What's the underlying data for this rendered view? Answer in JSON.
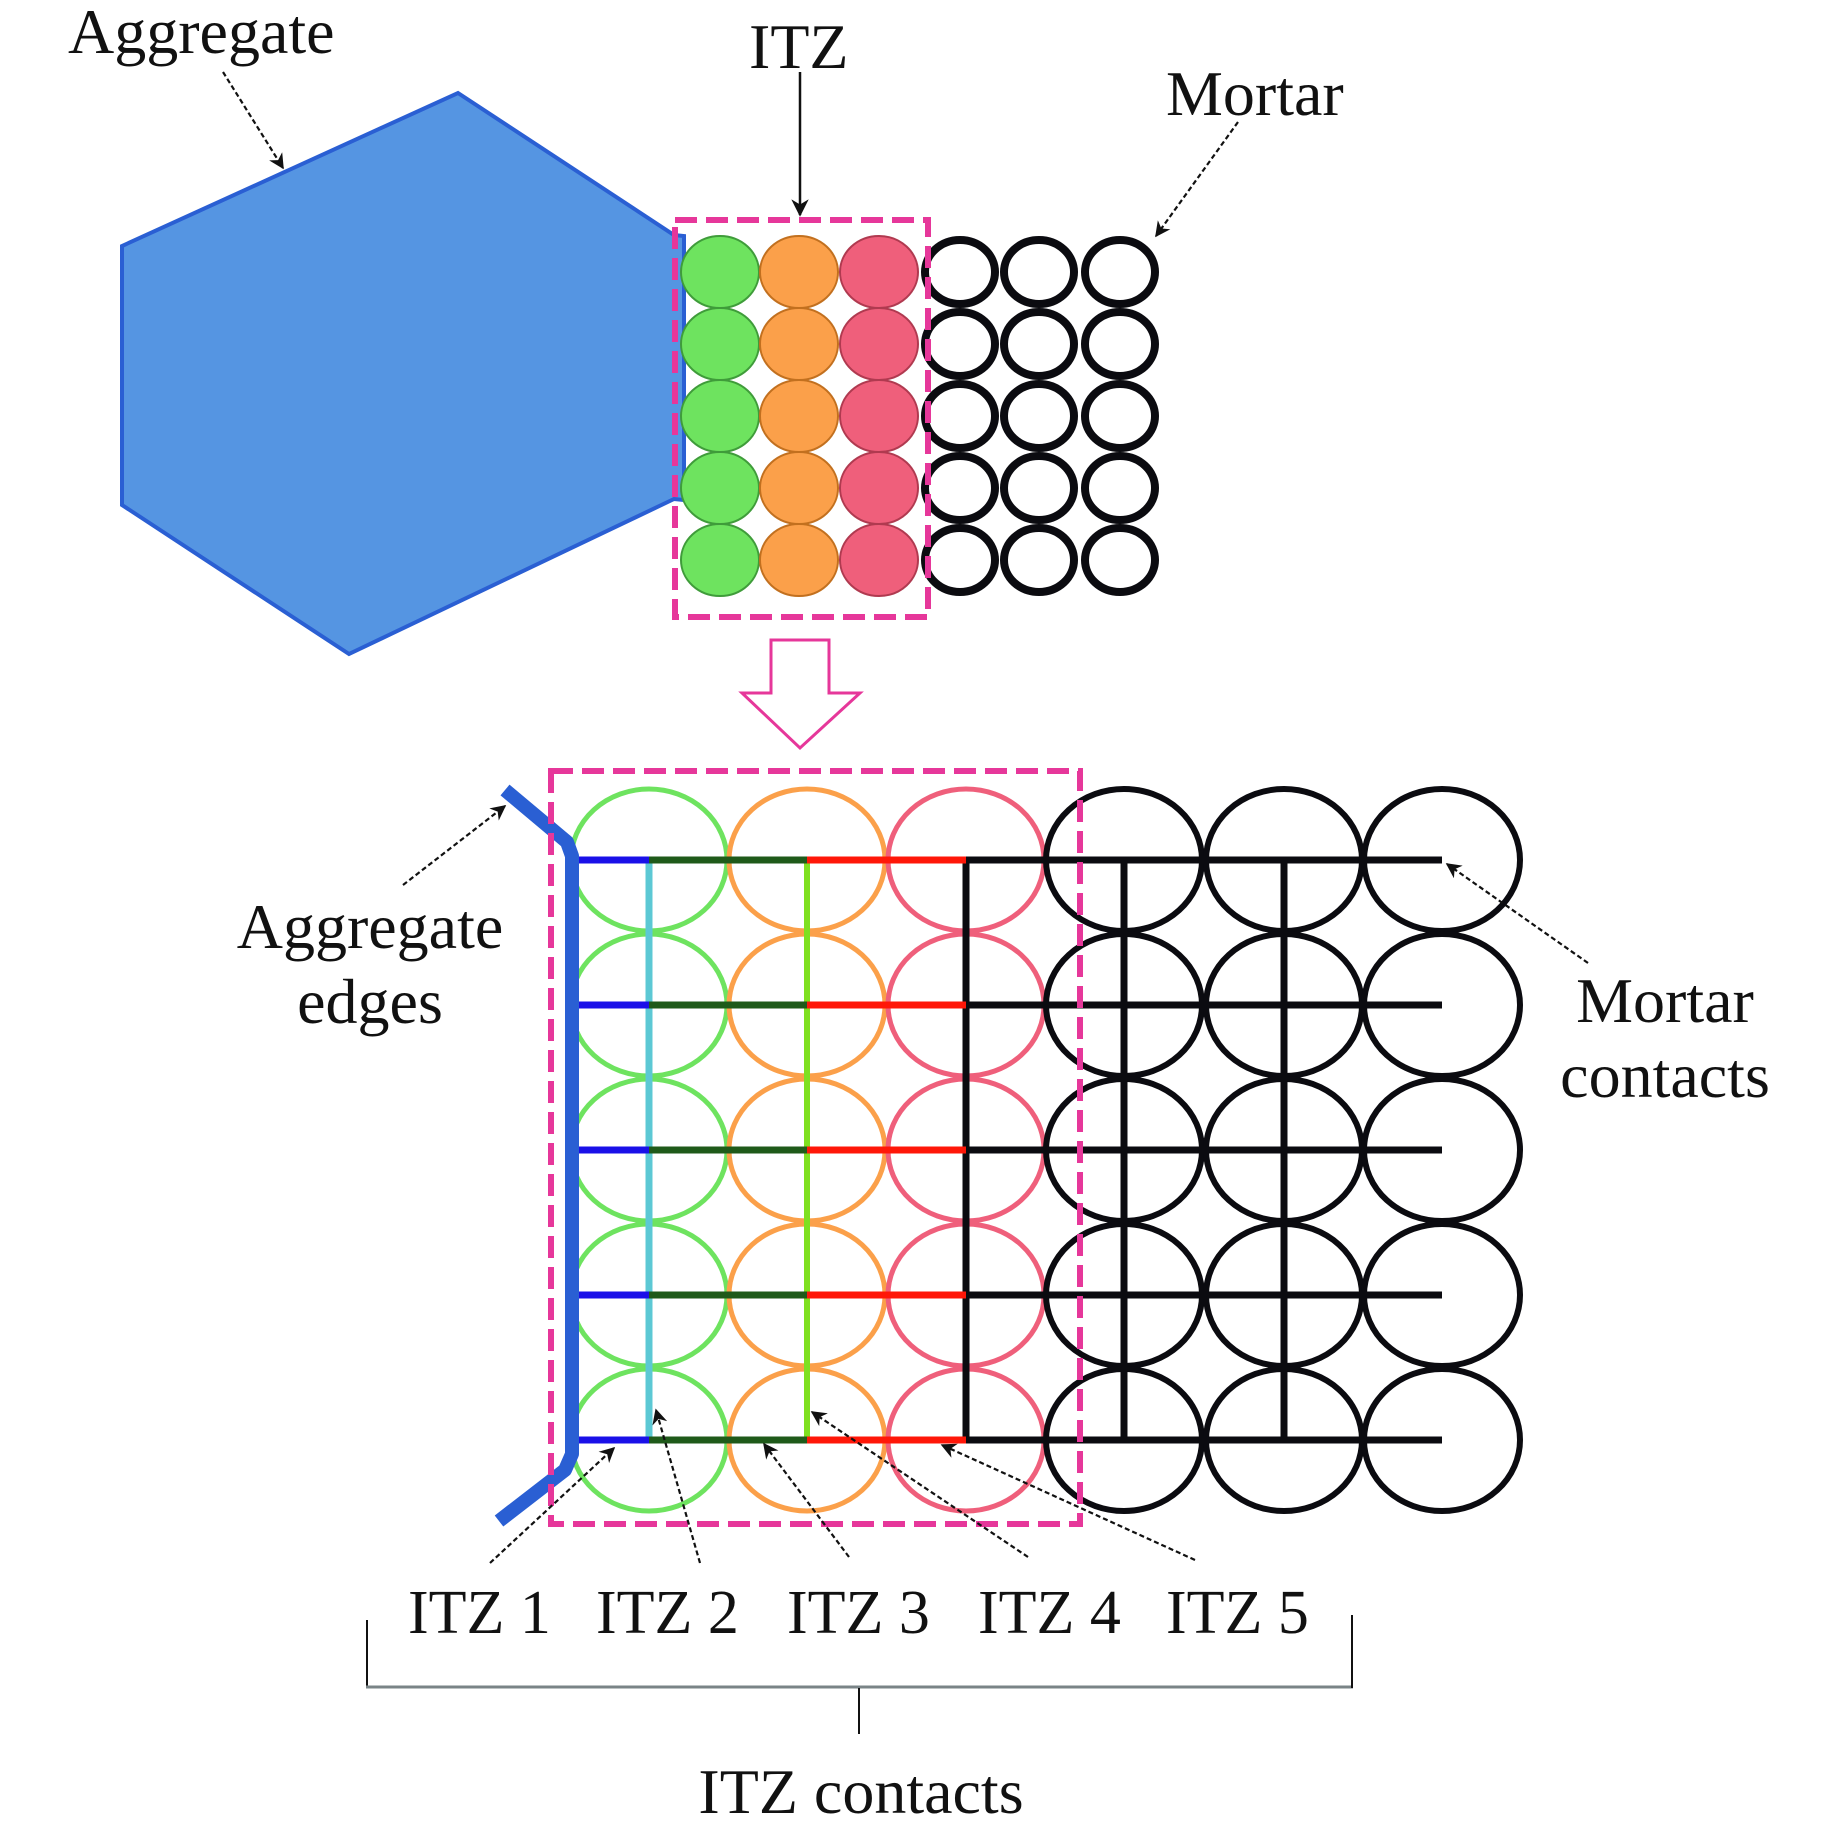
{
  "figure": {
    "top_panel": {
      "labels": {
        "aggregate": "Aggregate",
        "itz": "ITZ",
        "mortar": "Mortar"
      },
      "grid": {
        "rows": 5,
        "itz_columns": 3,
        "mortar_columns": 3
      }
    },
    "bottom_panel": {
      "labels": {
        "aggregate_edges_line1": "Aggregate",
        "aggregate_edges_line2": "edges",
        "mortar_contacts_line1": "Mortar",
        "mortar_contacts_line2": "contacts",
        "itz_contacts": "ITZ contacts"
      },
      "itz_zones": [
        "ITZ 1",
        "ITZ 2",
        "ITZ 3",
        "ITZ 4",
        "ITZ 5"
      ],
      "grid": {
        "rows": 5,
        "itz_columns": 3,
        "mortar_columns": 3
      }
    },
    "colors": {
      "aggregate_fill": "#5595e2",
      "aggregate_stroke": "#2a5fd3",
      "itz_layer1": "#6ee35f",
      "itz_layer1_stroke": "#3f9c3a",
      "itz_layer2": "#fba04a",
      "itz_layer2_stroke": "#c2701f",
      "itz_layer3": "#ef5f7b",
      "itz_layer3_stroke": "#b03a50",
      "mortar": "#0b0b10",
      "itz_box": "#e6379a",
      "contact_itz1": "#1a10e8",
      "contact_itz2": "#5cc8d4",
      "contact_itz3": "#1f5a1a",
      "contact_itz4": "#7fe020",
      "contact_itz5": "#ff1708",
      "bracket": "#7a8487"
    }
  }
}
